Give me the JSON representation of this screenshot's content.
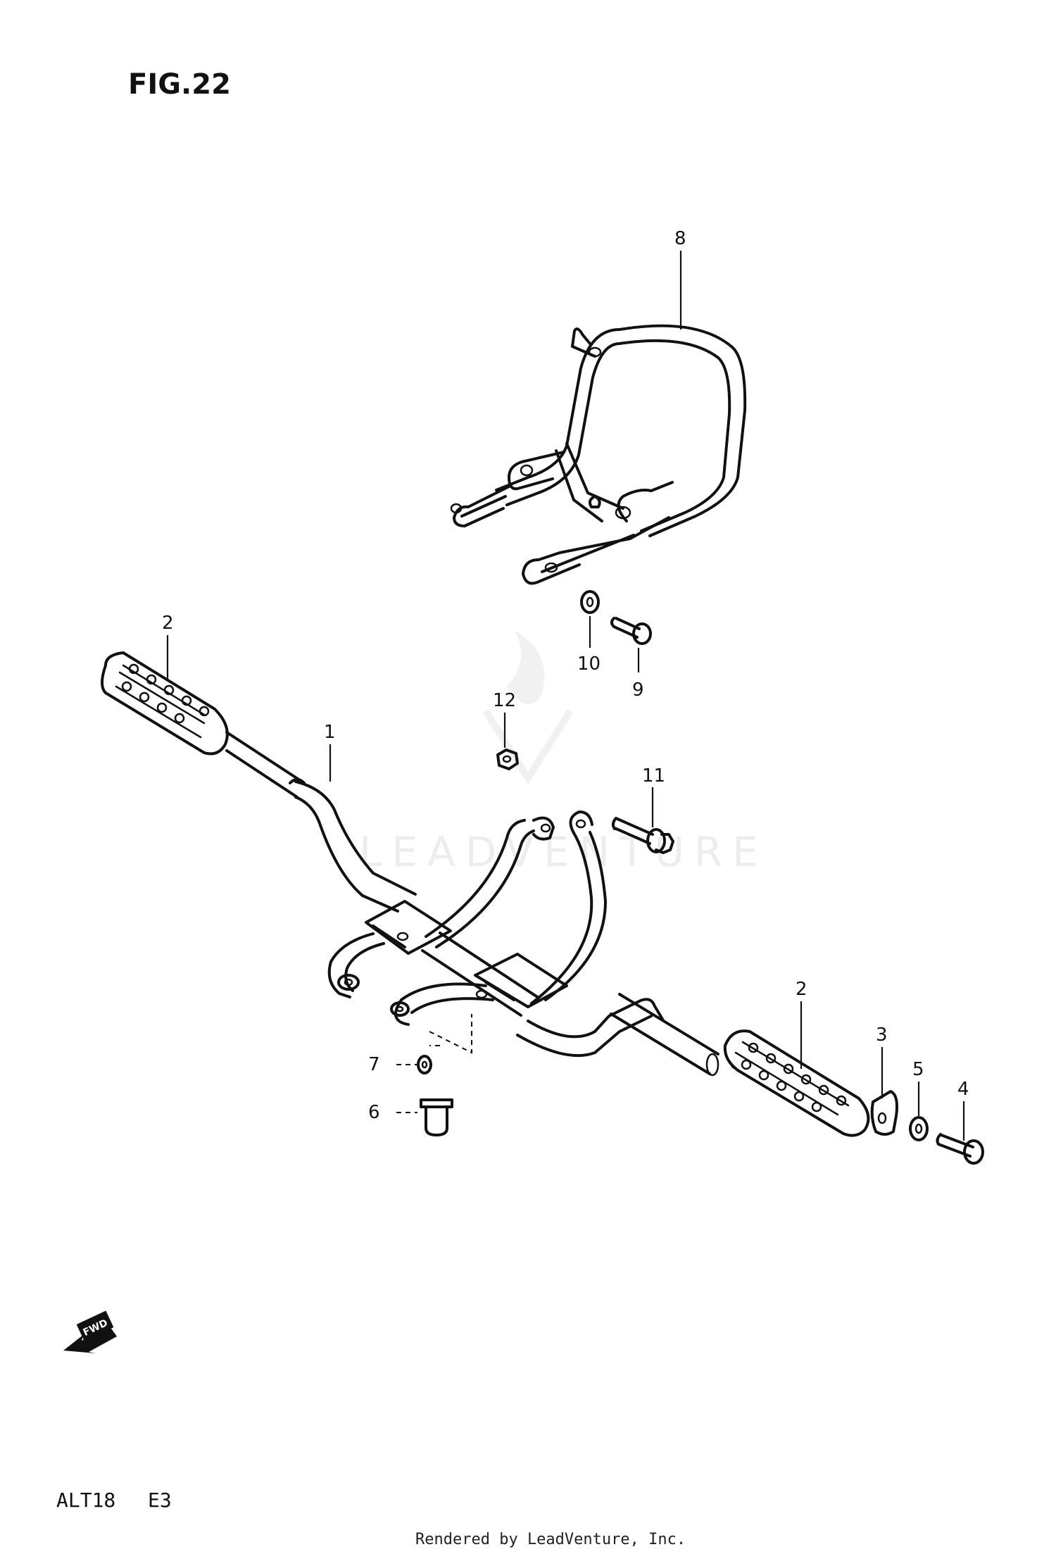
{
  "figure": {
    "title": "FIG.22"
  },
  "model_code": "ALT18",
  "model_variant": "E3",
  "fwd_label": "FWD",
  "credit": "Rendered by LeadVenture, Inc.",
  "watermark": "LEADVENTURE",
  "callouts": {
    "c1": "1",
    "c2a": "2",
    "c2b": "2",
    "c3": "3",
    "c4": "4",
    "c5": "5",
    "c6": "6",
    "c7": "7",
    "c8": "8",
    "c9": "9",
    "c10": "10",
    "c11": "11",
    "c12": "12"
  }
}
